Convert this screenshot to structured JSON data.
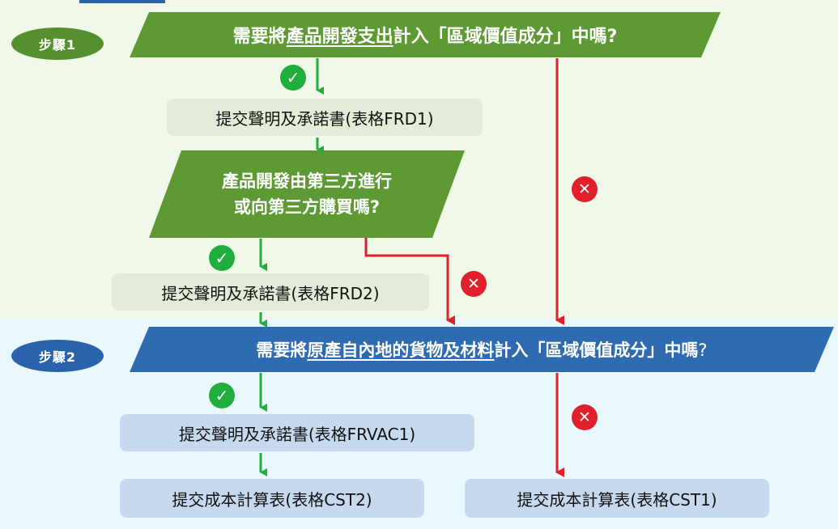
{
  "steps": {
    "step1": "步驟1",
    "step2": "步驟2"
  },
  "questions": {
    "q1": {
      "pre": "需要將",
      "underlined": "產品開發支出",
      "post": "計入「區域價值成分」中嗎?"
    },
    "q2": {
      "line1": "產品開發由第三方進行",
      "line2": "或向第三方購買嗎?"
    },
    "q3": {
      "pre": "需要將",
      "underlined": "原產自內地的貨物及材料",
      "post": "計入「區域價值成分」中嗎",
      "qmark": "?"
    }
  },
  "boxes": {
    "frd1": "提交聲明及承諾書(表格FRD1)",
    "frd2": "提交聲明及承諾書(表格FRD2)",
    "frvac1": "提交聲明及承諾書(表格FRVAC1)",
    "cst2": "提交成本計算表(表格CST2)",
    "cst1": "提交成本計算表(表格CST1)"
  },
  "icons": {
    "yes_glyph": "✓",
    "no_glyph": "✕",
    "yes_color": "#1fae3c",
    "no_color": "#e0202a"
  },
  "colors": {
    "step1_green": "#5d9a33",
    "step2_blue": "#2f6bb0",
    "arrow_green": "#1fae3c",
    "arrow_red": "#e0202a"
  }
}
